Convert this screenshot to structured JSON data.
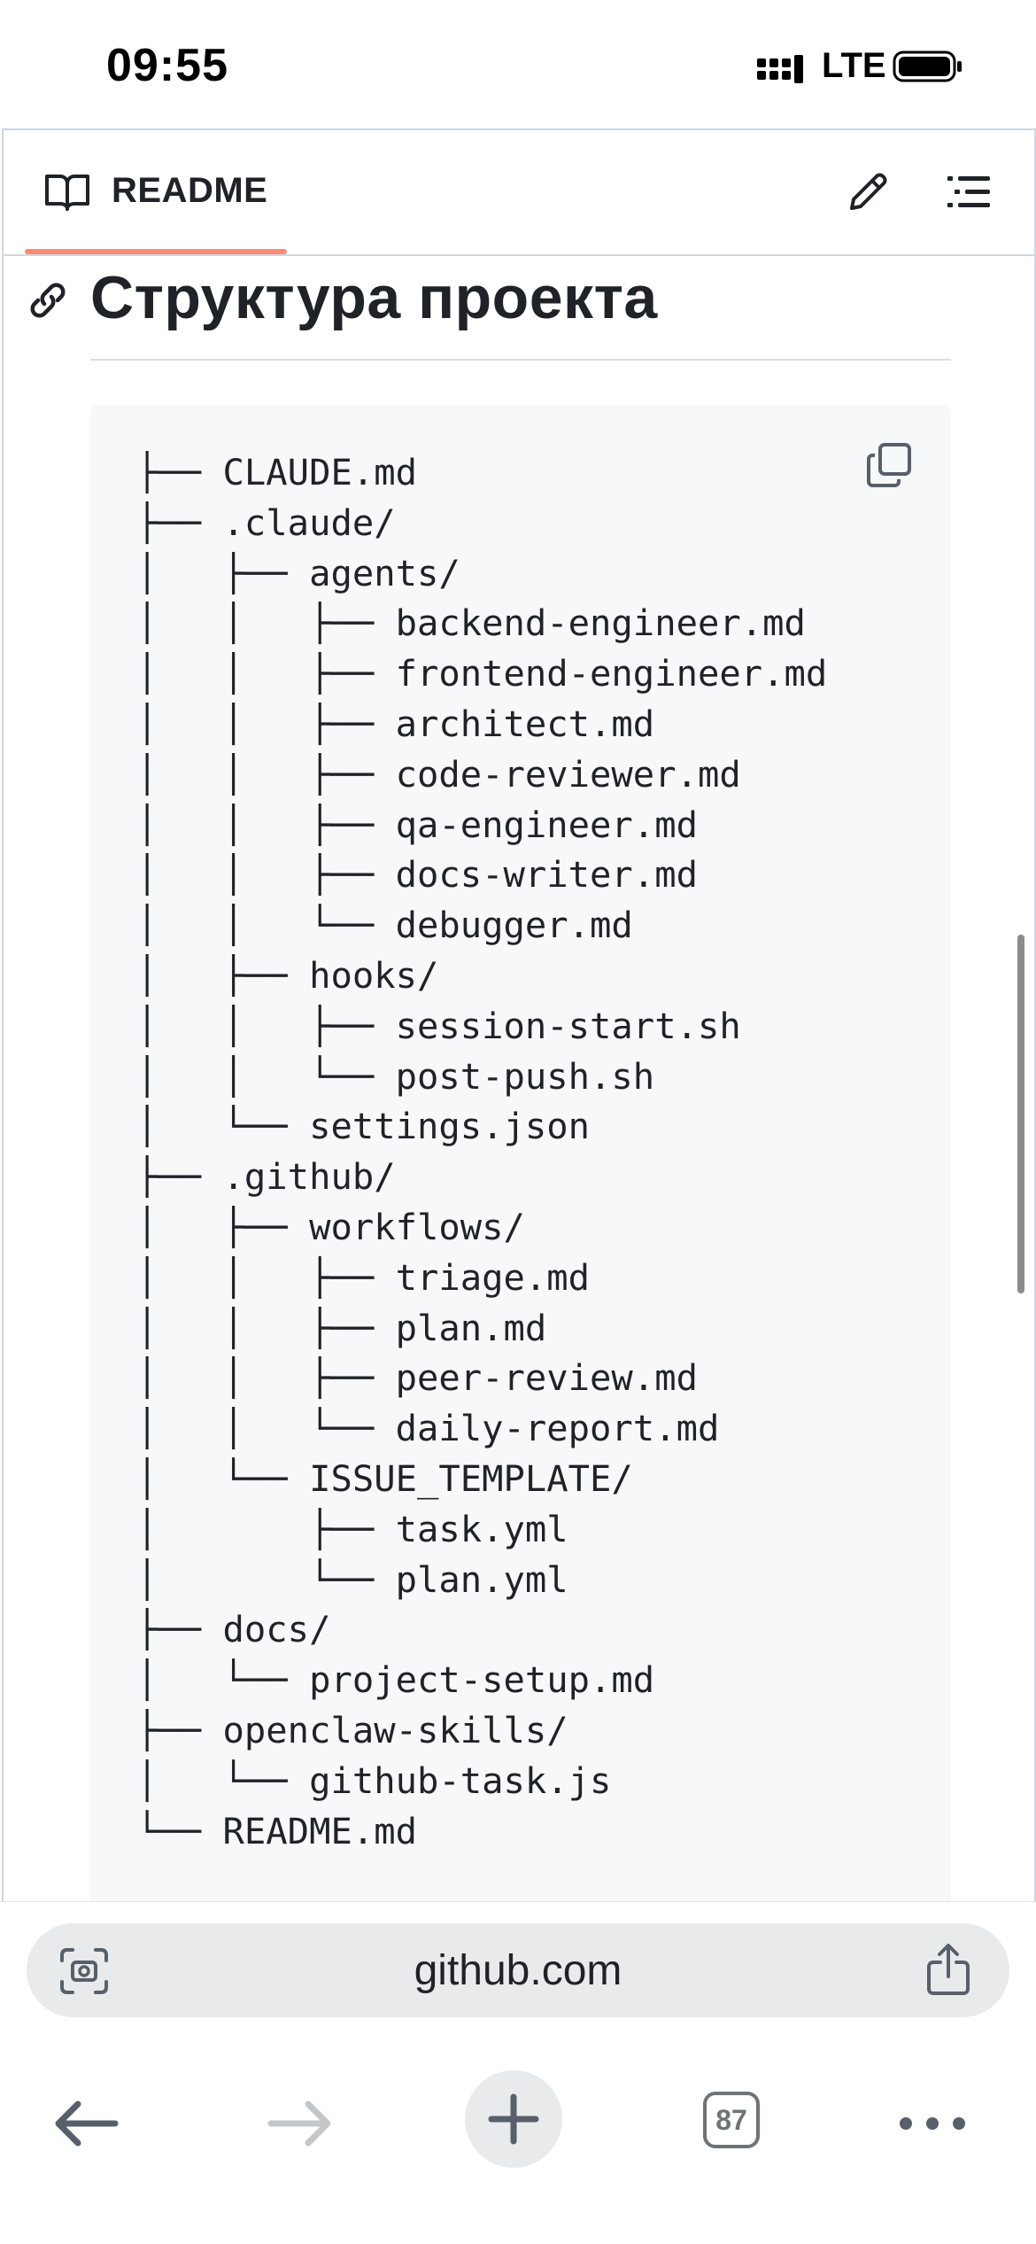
{
  "status_bar": {
    "time": "09:55",
    "network": "LTE"
  },
  "readme": {
    "tab_label": "README",
    "heading": "Структура проекта",
    "tree_lines": [
      "├── CLAUDE.md",
      "├── .claude/",
      "│   ├── agents/",
      "│   │   ├── backend-engineer.md",
      "│   │   ├── frontend-engineer.md",
      "│   │   ├── architect.md",
      "│   │   ├── code-reviewer.md",
      "│   │   ├── qa-engineer.md",
      "│   │   ├── docs-writer.md",
      "│   │   └── debugger.md",
      "│   ├── hooks/",
      "│   │   ├── session-start.sh",
      "│   │   └── post-push.sh",
      "│   └── settings.json",
      "├── .github/",
      "│   ├── workflows/",
      "│   │   ├── triage.md",
      "│   │   ├── plan.md",
      "│   │   ├── peer-review.md",
      "│   │   └── daily-report.md",
      "│   └── ISSUE_TEMPLATE/",
      "│       ├── task.yml",
      "│       └── plan.yml",
      "├── docs/",
      "│   └── project-setup.md",
      "├── openclaw-skills/",
      "│   └── github-task.js",
      "└── README.md"
    ]
  },
  "browser": {
    "url": "github.com",
    "tabs_count": "87"
  },
  "colors": {
    "tab_underline": "#fd8c73",
    "code_background": "#f6f8fa",
    "border": "#d0d7de",
    "url_pill": "#e9eaec"
  },
  "icons": [
    "book-icon",
    "pencil-icon",
    "list-icon",
    "link-icon",
    "copy-icon",
    "lens-icon",
    "share-icon",
    "back-arrow-icon",
    "forward-arrow-icon",
    "plus-icon",
    "tabs-icon",
    "more-icon"
  ]
}
